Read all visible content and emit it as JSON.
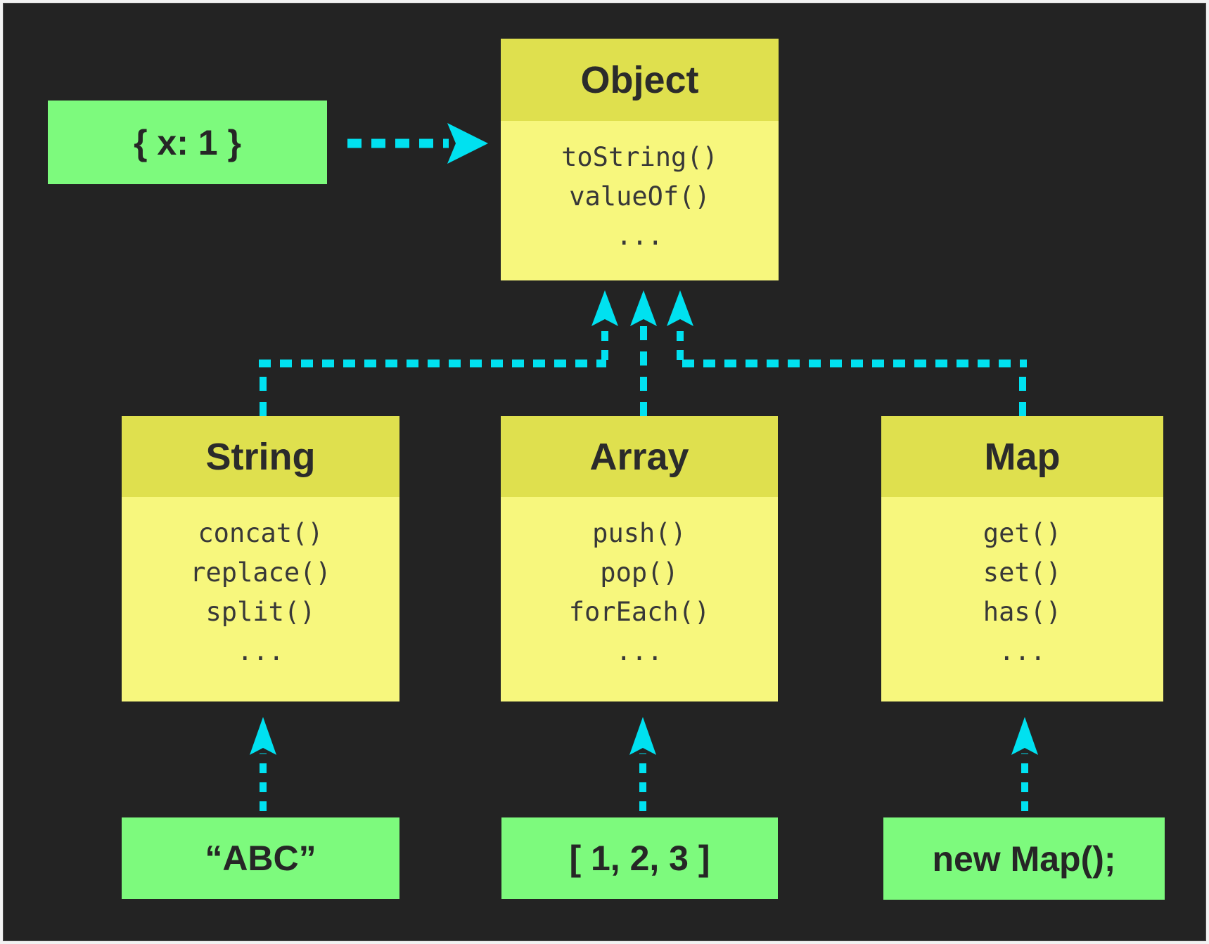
{
  "colors": {
    "background": "#232323",
    "frame": "#f2f2f2",
    "class_header_yellow": "#dfe04e",
    "class_body_yellow": "#f7f77d",
    "instance_green": "#7dfa7d",
    "arrow_cyan": "#00e1f0",
    "text_dark": "#2b2b2b"
  },
  "classes": [
    {
      "id": "object",
      "title": "Object",
      "methods": [
        "toString()",
        "valueOf()",
        "..."
      ]
    },
    {
      "id": "string",
      "title": "String",
      "methods": [
        "concat()",
        "replace()",
        "split()",
        "..."
      ]
    },
    {
      "id": "array",
      "title": "Array",
      "methods": [
        "push()",
        "pop()",
        "forEach()",
        "..."
      ]
    },
    {
      "id": "map",
      "title": "Map",
      "methods": [
        "get()",
        "set()",
        "has()",
        "..."
      ]
    }
  ],
  "instances": [
    {
      "id": "object-literal",
      "label": "{ x: 1 }"
    },
    {
      "id": "string-literal",
      "label": "“ABC”"
    },
    {
      "id": "array-literal",
      "label": "[ 1, 2, 3 ]"
    },
    {
      "id": "map-instance",
      "label": "new Map();"
    }
  ],
  "relations": [
    {
      "from": "object-literal",
      "to": "object"
    },
    {
      "from": "string",
      "to": "object"
    },
    {
      "from": "array",
      "to": "object"
    },
    {
      "from": "map",
      "to": "object"
    },
    {
      "from": "string-literal",
      "to": "string"
    },
    {
      "from": "array-literal",
      "to": "array"
    },
    {
      "from": "map-instance",
      "to": "map"
    }
  ]
}
